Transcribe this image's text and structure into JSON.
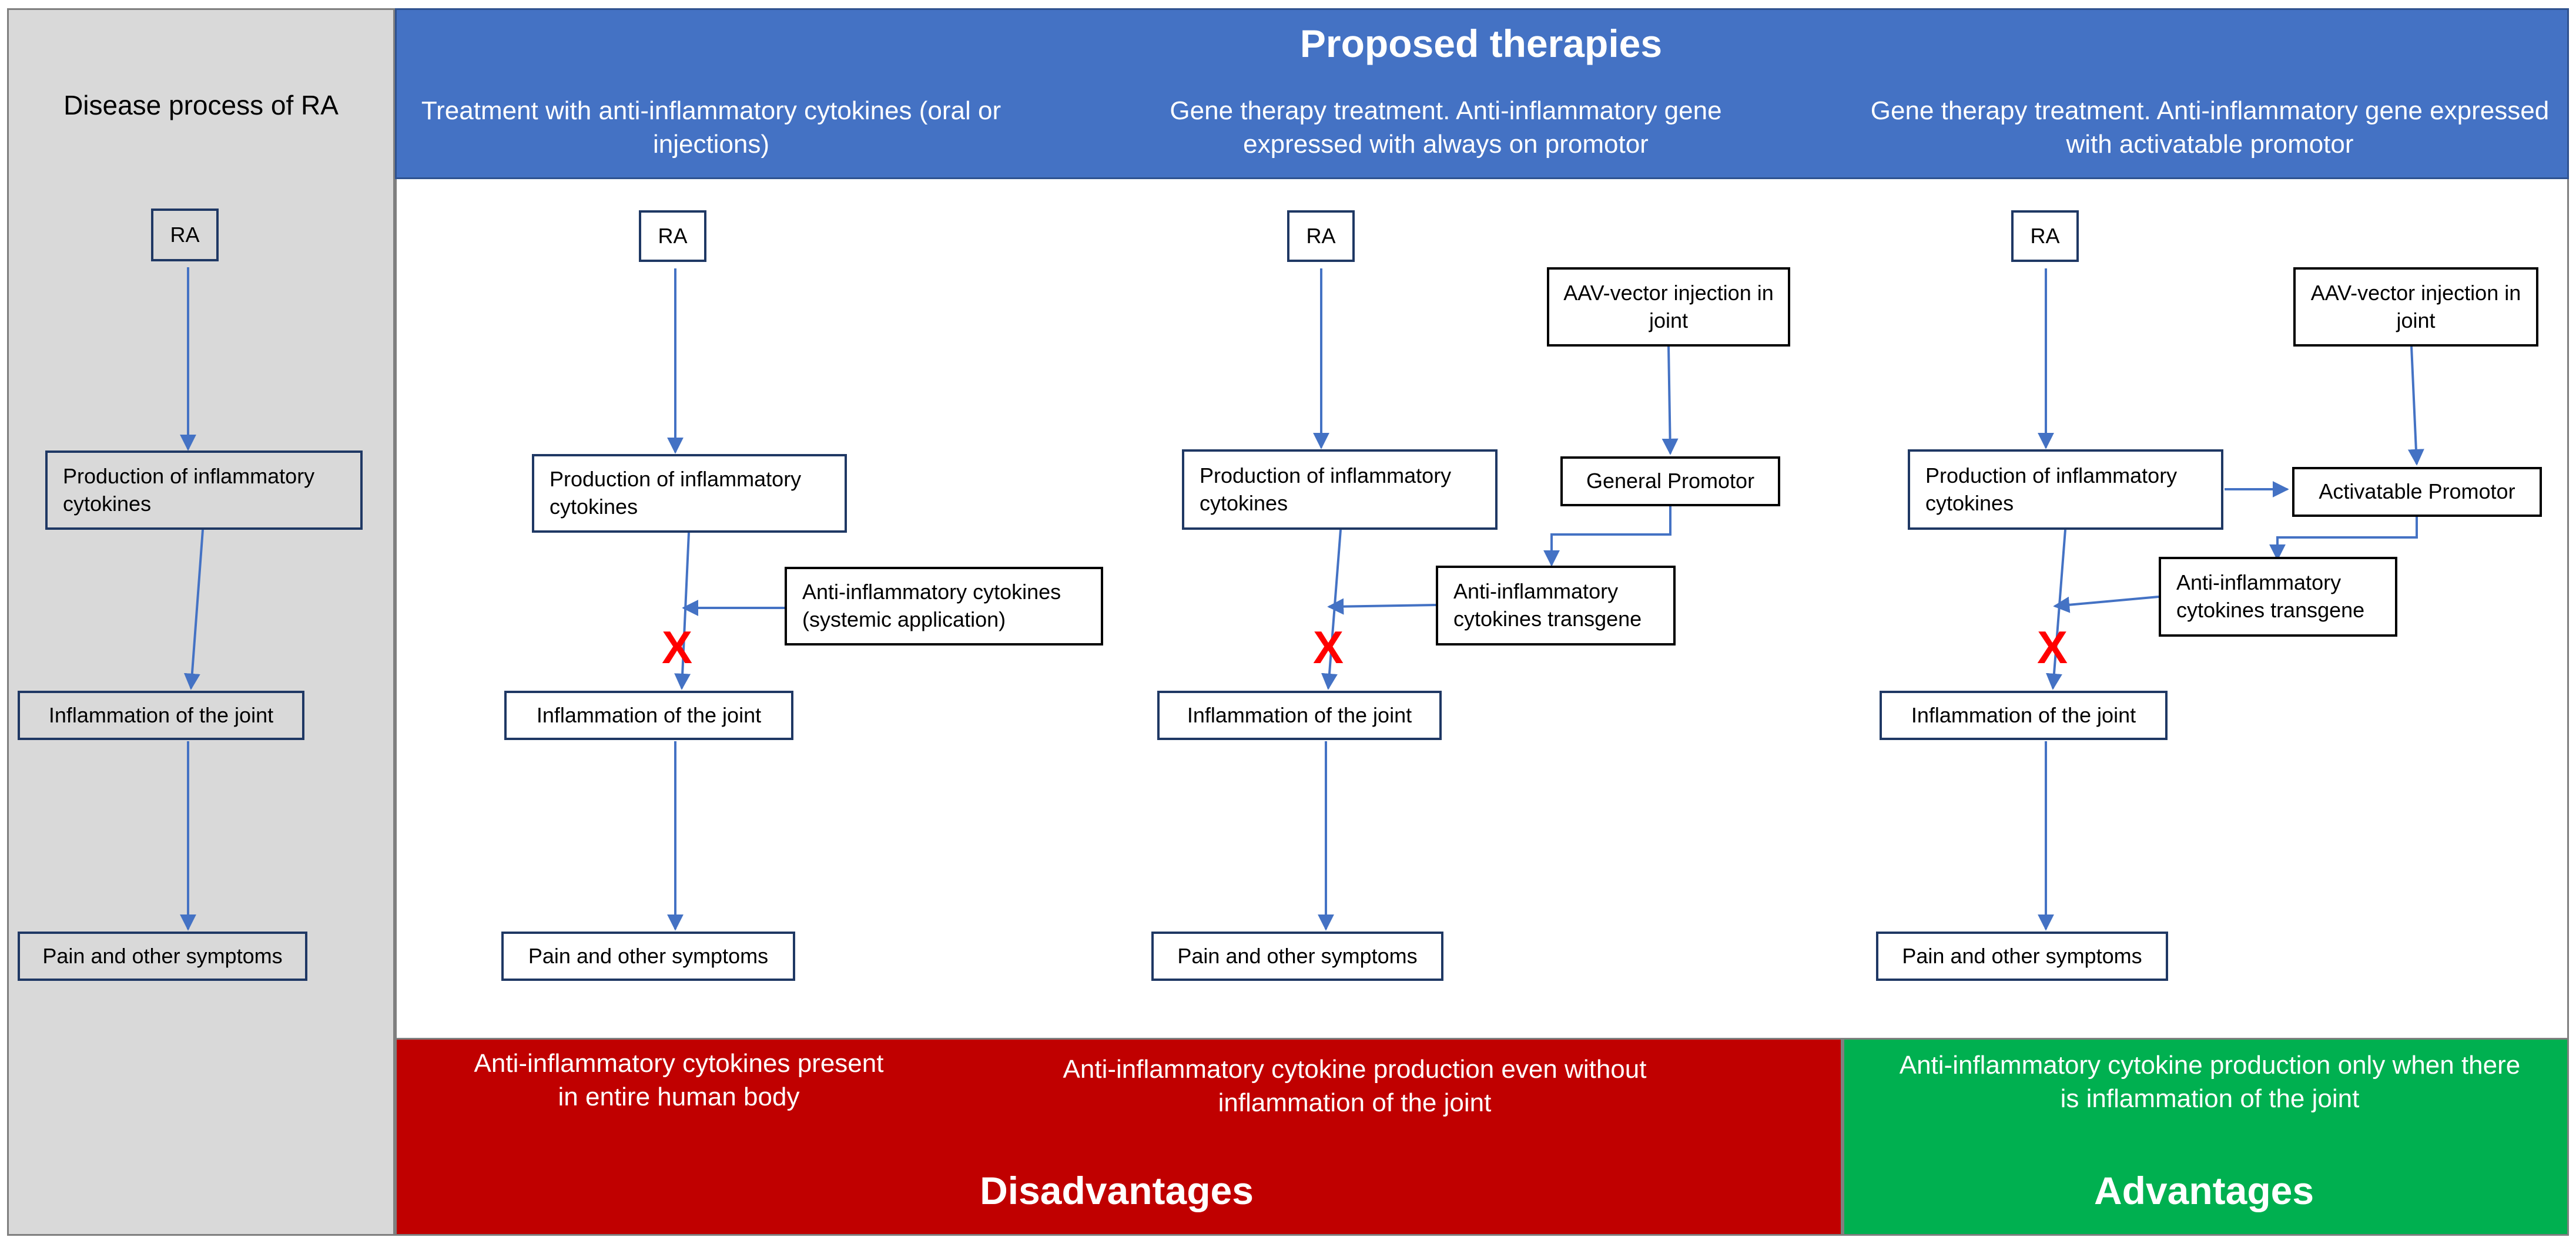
{
  "left_panel": {
    "title": "Disease process of RA",
    "boxes": {
      "ra": "RA",
      "production": "Production of inflammatory cytokines",
      "inflammation": "Inflammation of the joint",
      "pain": "Pain and other symptoms"
    }
  },
  "header": {
    "title": "Proposed therapies",
    "col1": "Treatment with anti-inflammatory cytokines (oral or injections)",
    "col2": "Gene therapy treatment. Anti-inflammatory gene expressed with always on promotor",
    "col3": "Gene therapy treatment. Anti-inflammatory gene expressed with activatable promotor"
  },
  "col1": {
    "ra": "RA",
    "production": "Production of inflammatory cytokines",
    "anti": "Anti-inflammatory cytokines (systemic application)",
    "inflammation": "Inflammation of the joint",
    "pain": "Pain and other symptoms",
    "block_mark": "X"
  },
  "col2": {
    "ra": "RA",
    "aav": "AAV-vector injection in joint",
    "promotor": "General Promotor",
    "production": "Production of inflammatory cytokines",
    "transgene": "Anti-inflammatory cytokines transgene",
    "inflammation": "Inflammation of the joint",
    "pain": "Pain and other symptoms",
    "block_mark": "X"
  },
  "col3": {
    "ra": "RA",
    "aav": "AAV-vector injection in joint",
    "promotor": "Activatable Promotor",
    "production": "Production of inflammatory cytokines",
    "transgene": "Anti-inflammatory cytokines transgene",
    "inflammation": "Inflammation of the joint",
    "pain": "Pain and other symptoms",
    "block_mark": "X"
  },
  "footer": {
    "disadv_text1": "Anti-inflammatory cytokines present in entire human body",
    "disadv_text2": "Anti-inflammatory cytokine production even without inflammation of the joint",
    "disadv_title": "Disadvantages",
    "adv_text": "Anti-inflammatory cytokine production only when there is inflammation of the joint",
    "adv_title": "Advantages"
  },
  "colors": {
    "header_blue": "#4472c4",
    "disadvantage_red": "#c00000",
    "advantage_green": "#00b050",
    "arrow_blue": "#4472c4",
    "block_red": "#ff0000"
  }
}
